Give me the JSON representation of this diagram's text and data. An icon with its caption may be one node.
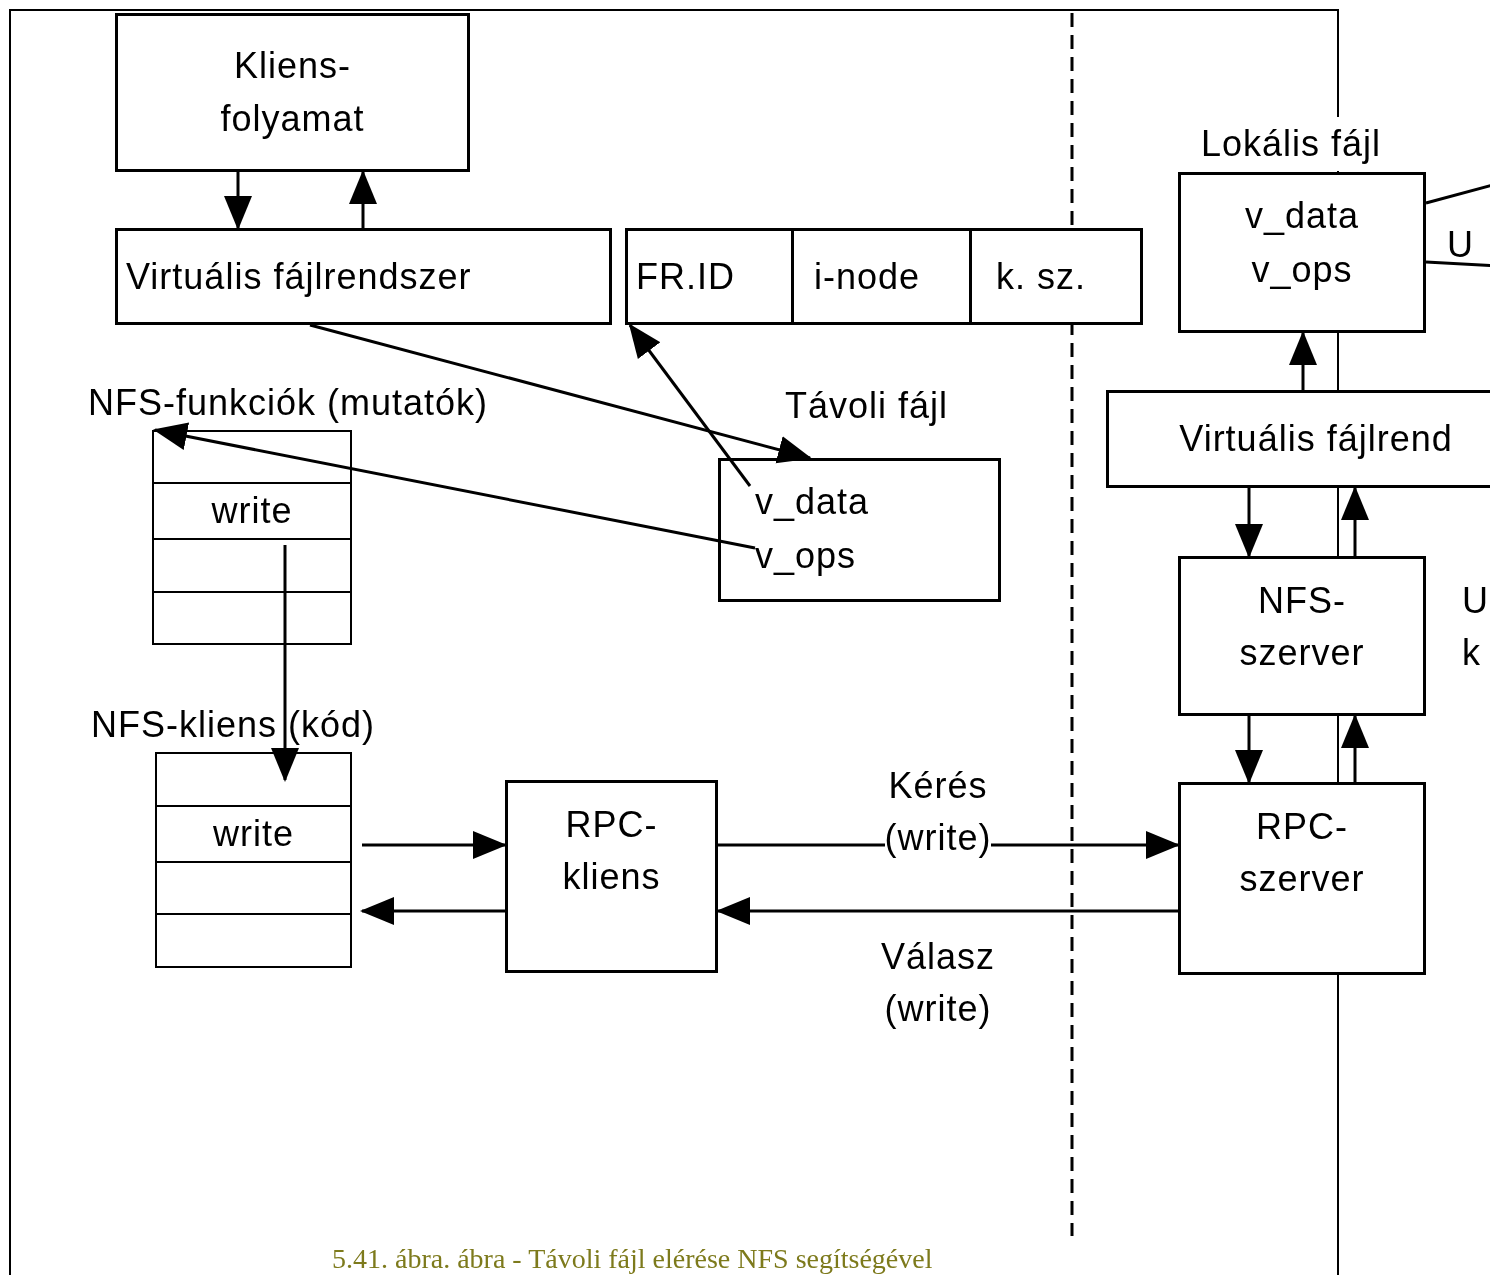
{
  "diagram": {
    "caption": "5.41. ábra. ábra - Távoli fájl elérése NFS segítségével",
    "nodes": [
      {
        "text": [
          "Kliens- folyamat"
        ]
      },
      {
        "text": [
          "Virtuális fájlrendszer"
        ]
      },
      {
        "text": [
          "FR.ID",
          "i-node",
          "k. sz."
        ]
      },
      {
        "text": [
          "Távoli fájl",
          "v_data",
          "v_ops"
        ]
      },
      {
        "text": [
          "NFS-funkciók (mutatók)",
          "write"
        ]
      },
      {
        "text": [
          "NFS-kliens (kód)",
          "write"
        ]
      },
      {
        "text": [
          "RPC- kliens"
        ]
      },
      {
        "text": [
          "Lokális fájl",
          "v_data",
          "v_ops"
        ]
      },
      {
        "text": [
          "Virtuális fájlrend"
        ]
      },
      {
        "text": [
          "NFS- szerver"
        ]
      },
      {
        "text": [
          "RPC- szerver"
        ]
      }
    ],
    "edges": [
      {
        "from": 0,
        "to": 1,
        "arrow": "to"
      },
      {
        "from": 1,
        "to": 0,
        "arrow": "to"
      },
      {
        "from": 1,
        "to": 3,
        "arrow": "to"
      },
      {
        "from": 3,
        "to": 2,
        "arrow": "to"
      },
      {
        "from": 3,
        "to": 4,
        "arrow": "to"
      },
      {
        "from": 4,
        "to": 5,
        "arrow": "to"
      },
      {
        "from": 5,
        "to": 6,
        "arrow": "to"
      },
      {
        "from": 6,
        "to": 5,
        "arrow": "to"
      },
      {
        "from": 6,
        "to": 10,
        "arrow": "to",
        "label": "Kérés (write)"
      },
      {
        "from": 10,
        "to": 6,
        "arrow": "to",
        "label": "Válasz (write)"
      },
      {
        "from": 8,
        "to": 7,
        "arrow": "to"
      },
      {
        "from": 8,
        "to": 9,
        "arrow": "to"
      },
      {
        "from": 9,
        "to": 8,
        "arrow": "to"
      },
      {
        "from": 9,
        "to": 10,
        "arrow": "to"
      },
      {
        "from": 10,
        "to": 9,
        "arrow": "to"
      },
      {
        "from": 7,
        "to": null,
        "arrow": "none"
      },
      {
        "from": 7,
        "to": null,
        "arrow": "none"
      }
    ],
    "labels": [
      "U",
      "U",
      "k"
    ]
  }
}
